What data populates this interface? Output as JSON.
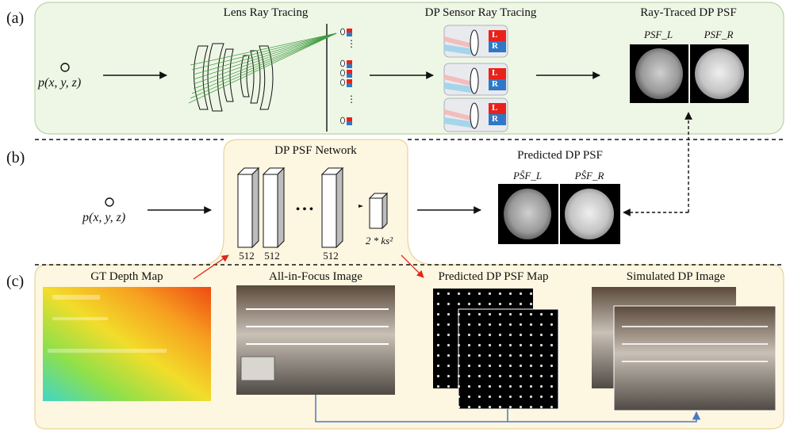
{
  "panels": {
    "a": "(a)",
    "b": "(b)",
    "c": "(c)"
  },
  "panel_a": {
    "point_label": "p(x, y, z)",
    "lens_title": "Lens Ray Tracing",
    "sensor_title": "DP Sensor Ray Tracing",
    "psf_title": "Ray-Traced DP PSF",
    "psf_left": "PSF_L",
    "psf_right": "PSF_R",
    "pixel_left": "L",
    "pixel_right": "R",
    "ellipsis": "⋮"
  },
  "panel_b": {
    "point_label": "p(x, y, z)",
    "network_title": "DP PSF Network",
    "layer_labels": [
      "512",
      "512",
      "512"
    ],
    "ellipsis": "• • •",
    "output_label": "2 * ks²",
    "pred_title": "Predicted DP PSF",
    "pred_left": "PŜF_L",
    "pred_right": "PŜF_R"
  },
  "panel_c": {
    "depth_title": "GT Depth Map",
    "aif_title": "All-in-Focus Image",
    "psfmap_title": "Predicted DP PSF Map",
    "sim_title": "Simulated DP Image"
  },
  "colors": {
    "panel_a_bg": "#eef6e6",
    "panel_a_border": "#b9d4a3",
    "panel_bc_bg": "#fdf6e0",
    "panel_bc_border": "#e8d59a",
    "pixel_L": "#e8221b",
    "pixel_R": "#2e78c7",
    "arrow_red": "#e0261c",
    "connector_blue": "#4a79c4"
  }
}
